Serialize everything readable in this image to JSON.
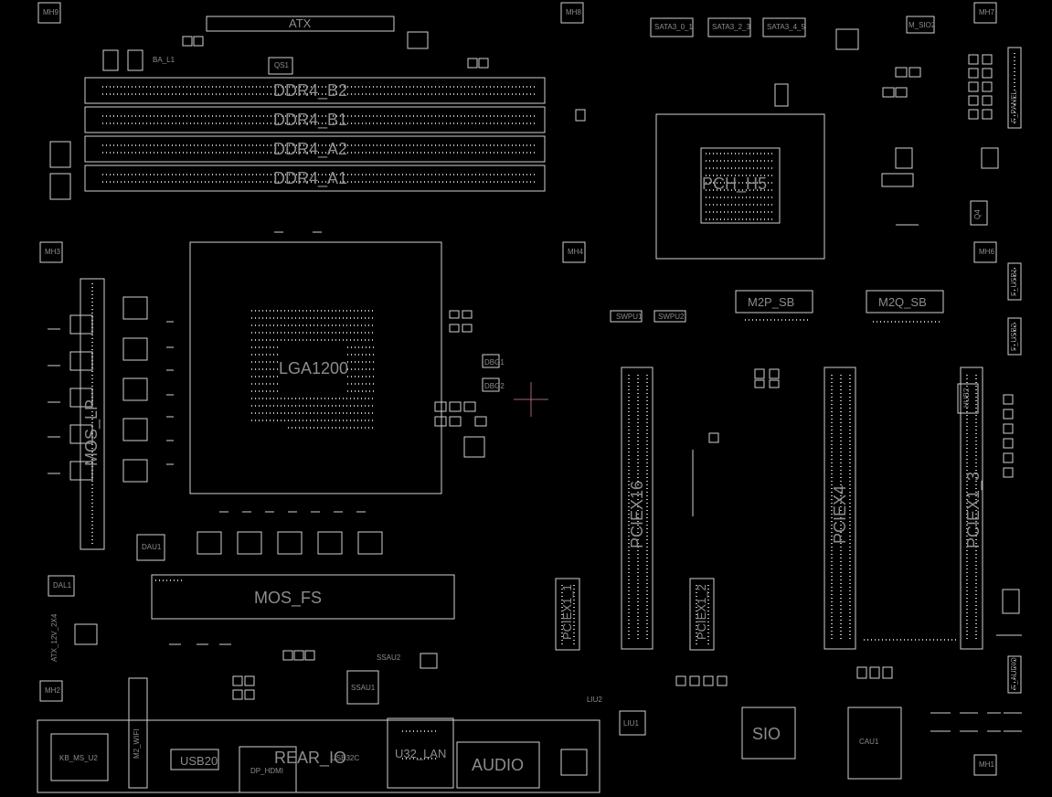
{
  "labels": {
    "atx": "ATX",
    "ddr_b2": "DDR4_B2",
    "ddr_b1": "DDR4_B1",
    "ddr_a2": "DDR4_A2",
    "ddr_a1": "DDR4_A1",
    "pch": "PCH_H5",
    "cpu_socket": "LGA1200",
    "m2p": "M2P_SB",
    "m2q": "M2Q_SB",
    "pciex16": "PCIEX16",
    "pciex4": "PCIEX4",
    "pciex1_3": "PCIEX1_3",
    "pciex1_1": "PCIEX1_1",
    "pciex1_2": "PCIEX1_2",
    "mos_fs": "MOS_FS",
    "mos_left": "MOS_LP",
    "sio": "SIO",
    "rear_io": "REAR_IO",
    "usb20": "USB20",
    "dp_hdmi": "DP_HDMI",
    "u32lan": "U32_LAN",
    "audio": "AUDIO",
    "usb32c": "USB32C",
    "kb_ms": "KB_MS_U2",
    "m2_wifi": "M2_WIFI",
    "sata1": "SATA3_0_1",
    "sata2": "SATA3_2_3",
    "sata3": "SATA3_4_5",
    "f_panel": "F_PANEL",
    "f_usb1": "F_USB1",
    "f_usb2": "F_USB2",
    "f_audio": "F_AUDIO",
    "q4": "Q4",
    "hub2": "HUB2",
    "dau1": "DAU1",
    "dal1": "DAL1",
    "ssau1": "SSAU1",
    "ssau2": "SSAU2",
    "liu1": "LIU1",
    "liu2": "LIU2",
    "cau1": "CAU1",
    "swpu1": "SWPU1",
    "swpu2": "SWPU2",
    "qs1": "QS1",
    "mh_tl": "MH9",
    "mh_tr": "MH7",
    "mh_ml": "MH3",
    "mh_c": "MH4",
    "mh_r": "MH6",
    "mh_bl": "MH2",
    "mh_br": "MH1",
    "mh_top_c": "MH8",
    "dbg1": "DBG1",
    "dbg2": "DBG2",
    "ba_l1": "BA_L1",
    "m_sio2": "M_SIO2",
    "atx_12v": "ATX_12V_2X4"
  },
  "colors": {
    "background": "#000000",
    "outline": "#cfcfcf",
    "text": "#8c8c8c",
    "cursor": "#b06070"
  }
}
